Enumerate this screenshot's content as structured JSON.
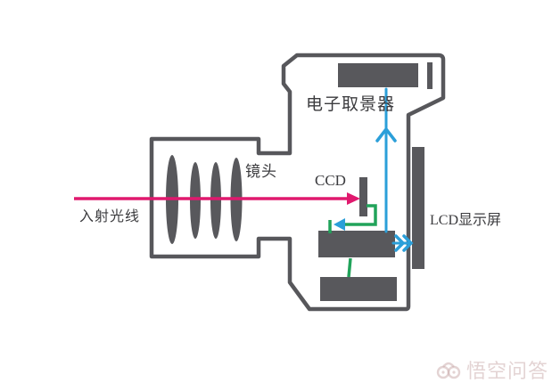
{
  "diagram": {
    "type": "camera-internal-structure",
    "labels": {
      "incident_light": "入射光线",
      "lens": "镜头",
      "sensor": "CCD",
      "viewfinder": "电子取景器",
      "display": "LCD显示屏"
    },
    "flow": [
      "入射光线 → 镜头 → CCD",
      "CCD → 图像处理器(绿色信号线)",
      "处理器 → 电子取景器(蓝色箭头向上)",
      "处理器 → LCD显示屏(蓝色箭头向右)"
    ],
    "colors": {
      "outline_gray": "#57575b",
      "solid_gray": "#58585c",
      "incident_light_pink": "#e0196e",
      "signal_green": "#21a35a",
      "signal_blue": "#2b9fd9",
      "label_text": "#3b3b3e"
    }
  },
  "watermark": {
    "text": "悟空问答",
    "logo": "wukong-cloud-logo",
    "color": "#ccafaf"
  }
}
